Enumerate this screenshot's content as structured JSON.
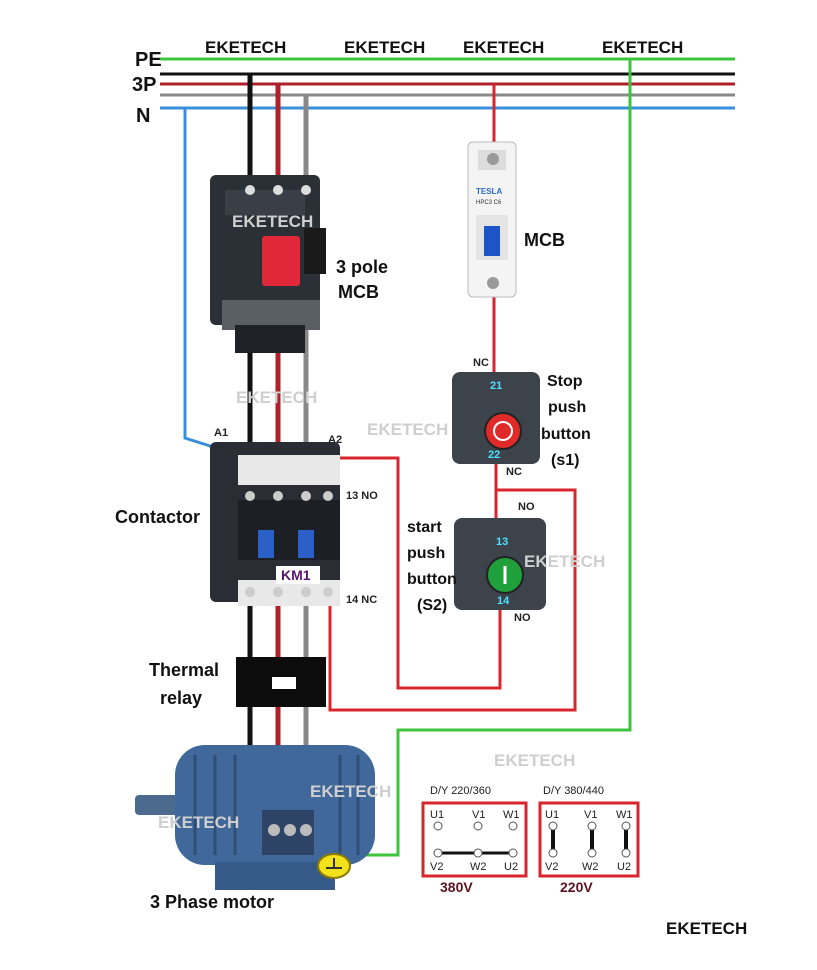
{
  "buses": {
    "pe": {
      "label": "PE",
      "color": "#3cc43c"
    },
    "p3": {
      "label": "3P",
      "colors": [
        "#111111",
        "#b01f2a",
        "#888888"
      ]
    },
    "n": {
      "label": "N",
      "color": "#3a8fdc"
    }
  },
  "brand": {
    "top": [
      "EKETECH",
      "EKETECH",
      "EKETECH",
      "EKETECH"
    ],
    "bottom": "EKETECH",
    "watermark": "EKETECH"
  },
  "mcb3": {
    "label_line1": "3 pole",
    "label_line2": "MCB"
  },
  "mcb1": {
    "label": "MCB",
    "maker": "TESLA",
    "model": "HPC3  C6"
  },
  "stop_button": {
    "title1": "Stop",
    "title2": "push",
    "title3": "button",
    "title4": "(s1)",
    "nc_top": "NC",
    "nc_bottom": "NC",
    "term_top": "21",
    "term_bottom": "22"
  },
  "start_button": {
    "title1": "start",
    "title2": "push",
    "title3": "button",
    "title4": "(S2)",
    "no_top": "NO",
    "no_bottom": "NO",
    "term_top": "13",
    "term_bottom": "14"
  },
  "contactor": {
    "label": "Contactor",
    "tag": "KM1",
    "a1": "A1",
    "a2": "A2",
    "aux_top": "13 NO",
    "aux_bottom": "14 NC"
  },
  "thermal": {
    "line1": "Thermal",
    "line2": "relay"
  },
  "motor": {
    "label": "3 Phase motor"
  },
  "box_delta": {
    "title": "D/Y 220/360",
    "top": [
      "U1",
      "V1",
      "W1"
    ],
    "bottom": [
      "V2",
      "W2",
      "U2"
    ],
    "voltage": "380V"
  },
  "box_star": {
    "title": "D/Y 380/440",
    "top": [
      "U1",
      "V1",
      "W1"
    ],
    "bottom": [
      "V2",
      "W2",
      "U2"
    ],
    "voltage": "220V"
  },
  "colors": {
    "control": "#d8262e",
    "ground": "#3cc43c",
    "neutral": "#3a8fdc",
    "box": "#d8262e"
  }
}
